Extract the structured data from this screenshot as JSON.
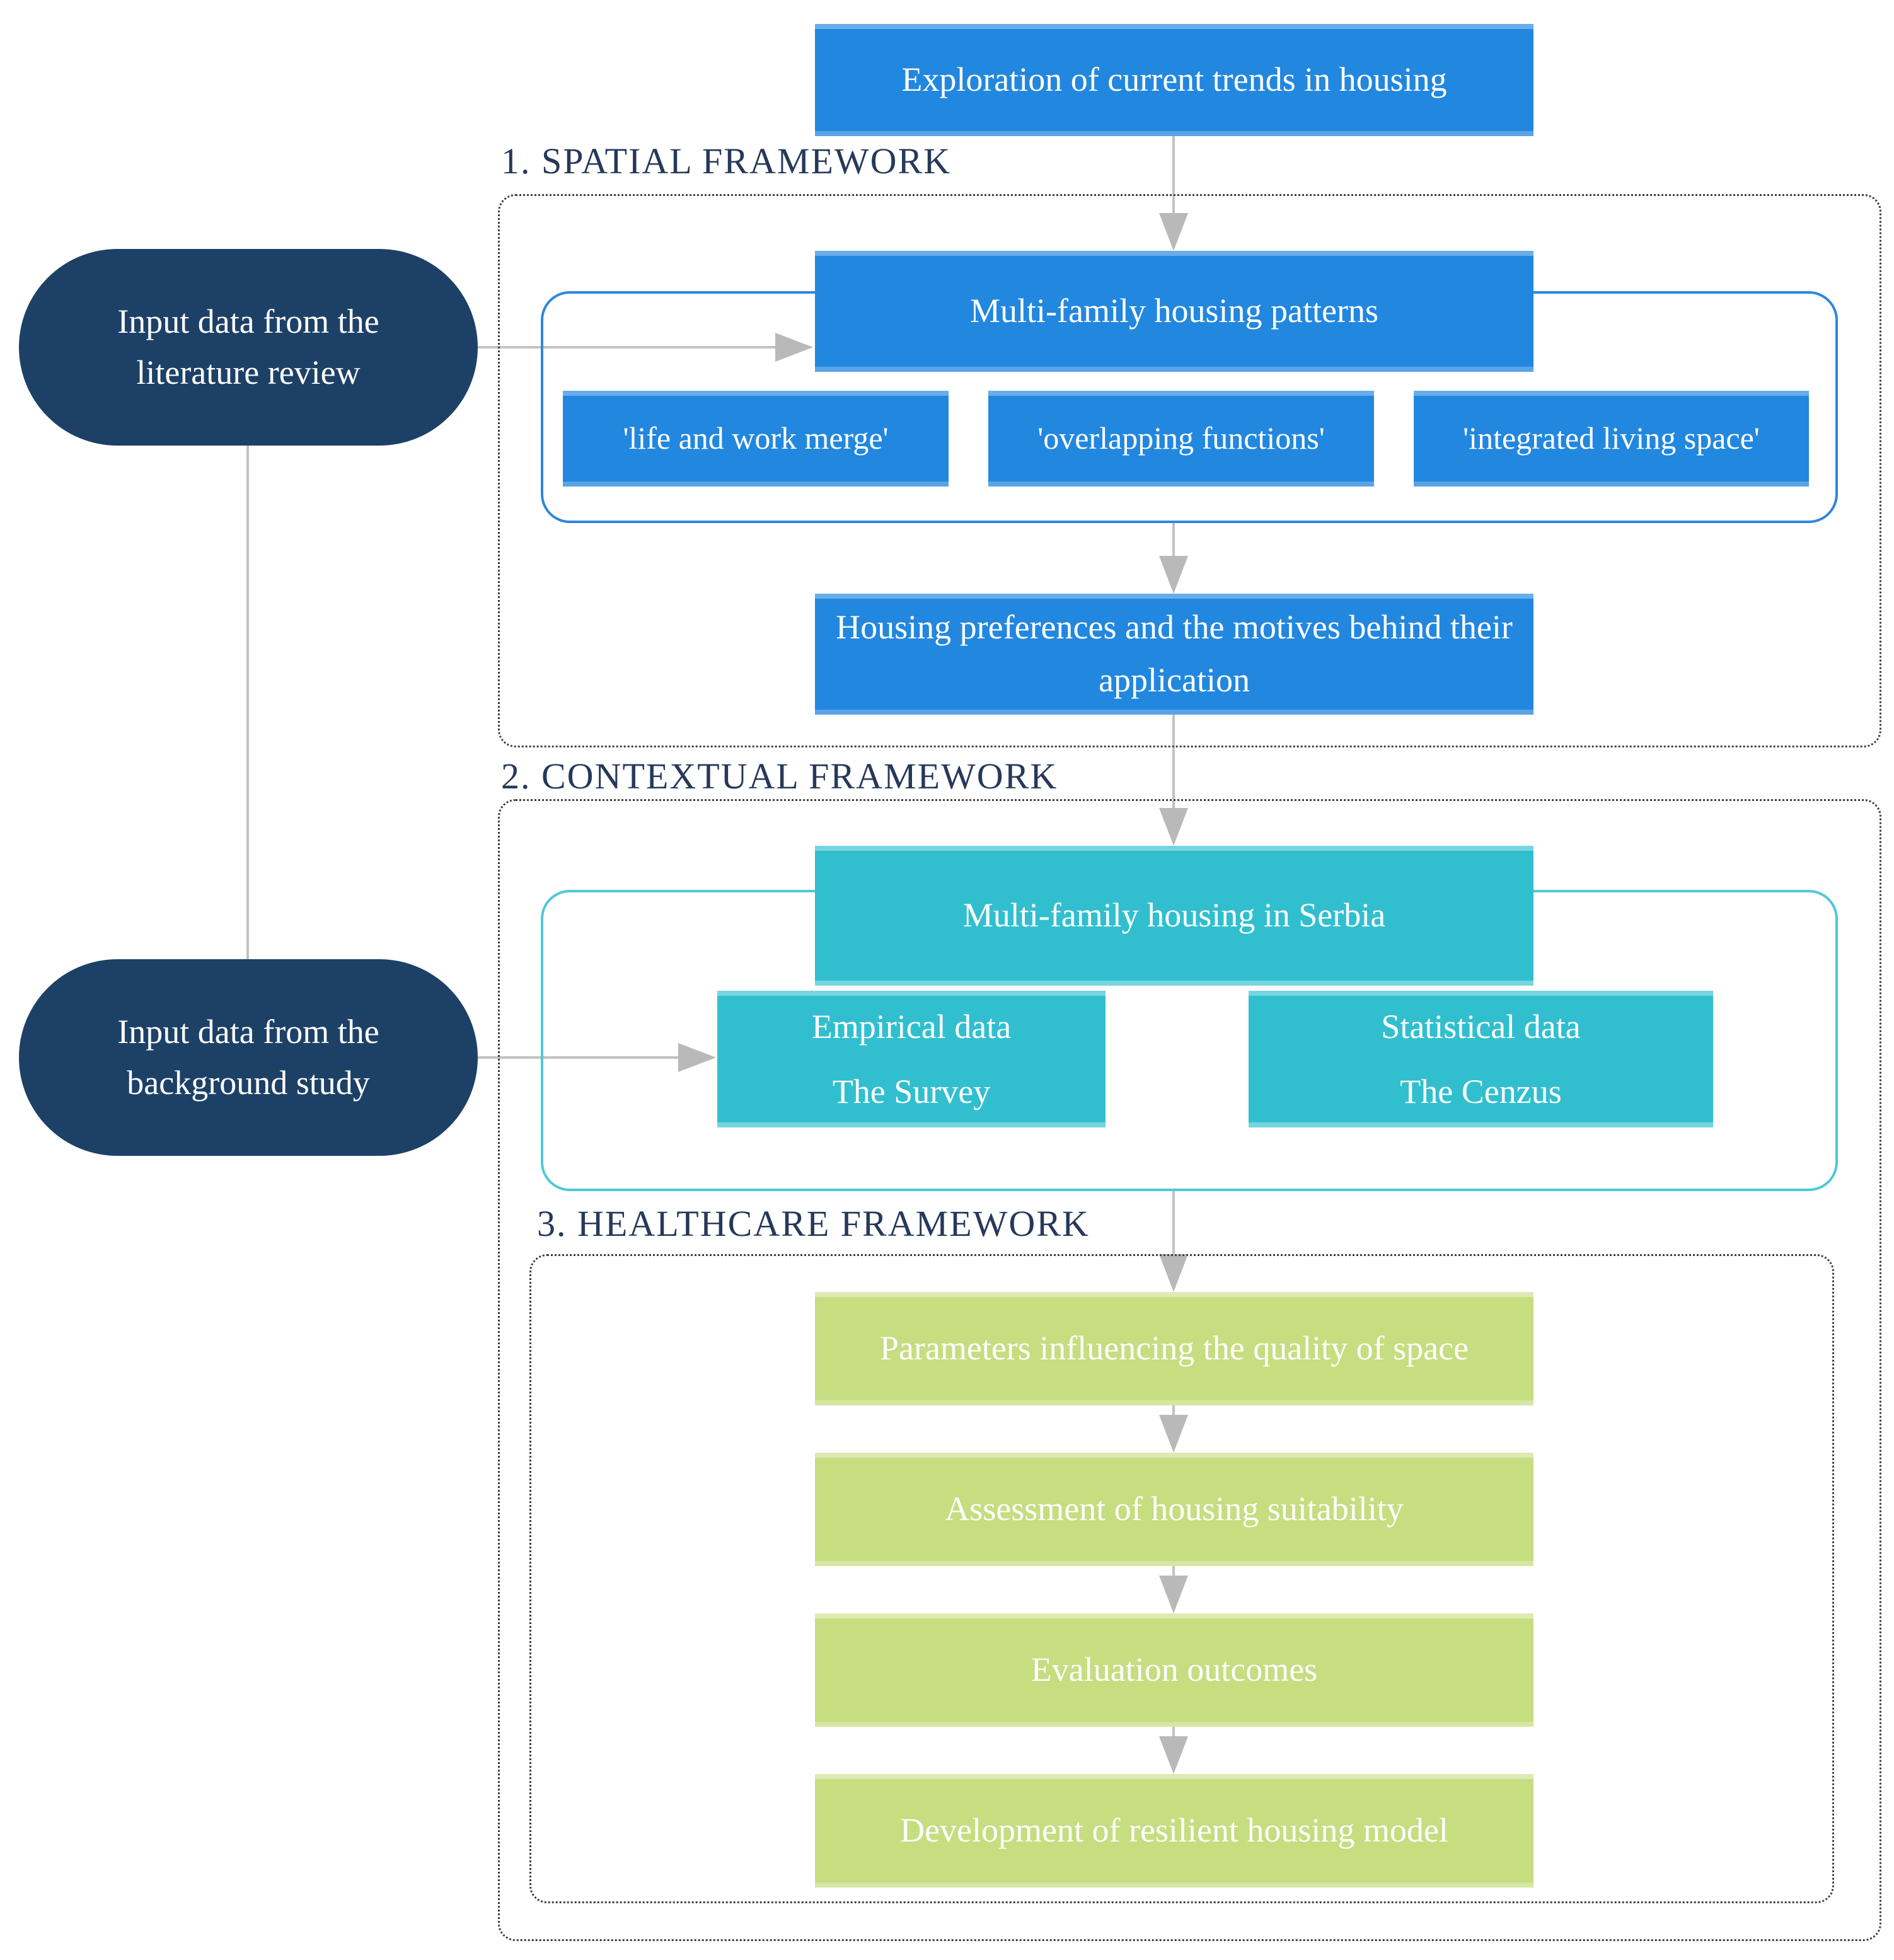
{
  "sections": {
    "spatial": "1. SPATIAL FRAMEWORK",
    "contextual": "2. CONTEXTUAL FRAMEWORK",
    "healthcare": "3. HEALTHCARE FRAMEWORK"
  },
  "boxes": {
    "exploration": "Exploration of current trends in housing",
    "patterns": "Multi-family housing patterns",
    "tag_life_work": "'life and work merge'",
    "tag_overlapping": "'overlapping functions'",
    "tag_integrated": "'integrated living space'",
    "preferences": "Housing preferences and the motives behind their application",
    "serbia": "Multi-family housing in Serbia",
    "empirical_line1": "Empirical data",
    "empirical_line2": "The Survey",
    "statistical_line1": "Statistical data",
    "statistical_line2": "The Cenzus",
    "parameters": "Parameters influencing the quality of space",
    "assessment": "Assessment of housing suitability",
    "evaluation": "Evaluation outcomes",
    "development": "Development of resilient housing model"
  },
  "inputs": {
    "literature": "Input data from the literature review",
    "background": "Input data from the background study"
  },
  "colors": {
    "process_blue": "#2287DF",
    "context_cyan": "#31BFCF",
    "healthcare_green": "#C6DD80",
    "input_navy": "#1D4166",
    "connector_gray": "#BFBFBF"
  }
}
